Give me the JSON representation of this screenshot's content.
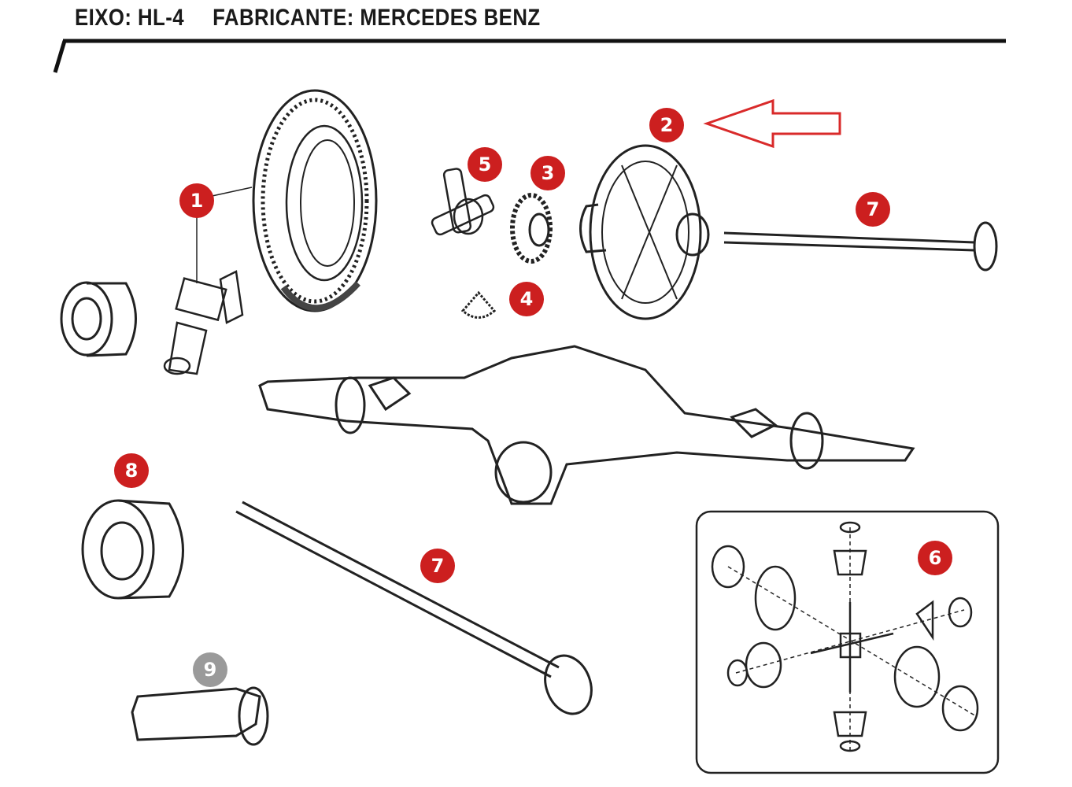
{
  "header": {
    "axle_label": "EIXO: HL-4",
    "manufacturer_label": "FABRICANTE: MERCEDES BENZ"
  },
  "callouts": [
    {
      "id": "callout-1",
      "number": "1",
      "color": "#cc1f1f"
    },
    {
      "id": "callout-2",
      "number": "2",
      "color": "#cc1f1f"
    },
    {
      "id": "callout-3",
      "number": "3",
      "color": "#cc1f1f"
    },
    {
      "id": "callout-4",
      "number": "4",
      "color": "#cc1f1f"
    },
    {
      "id": "callout-5",
      "number": "5",
      "color": "#cc1f1f"
    },
    {
      "id": "callout-6",
      "number": "6",
      "color": "#cc1f1f"
    },
    {
      "id": "callout-7a",
      "number": "7",
      "color": "#cc1f1f"
    },
    {
      "id": "callout-7b",
      "number": "7",
      "color": "#cc1f1f"
    },
    {
      "id": "callout-8",
      "number": "8",
      "color": "#cc1f1f"
    },
    {
      "id": "callout-9",
      "number": "9",
      "color": "#9a9a9a"
    }
  ],
  "highlight_arrow": {
    "target": "2",
    "color": "#d92a2a"
  }
}
